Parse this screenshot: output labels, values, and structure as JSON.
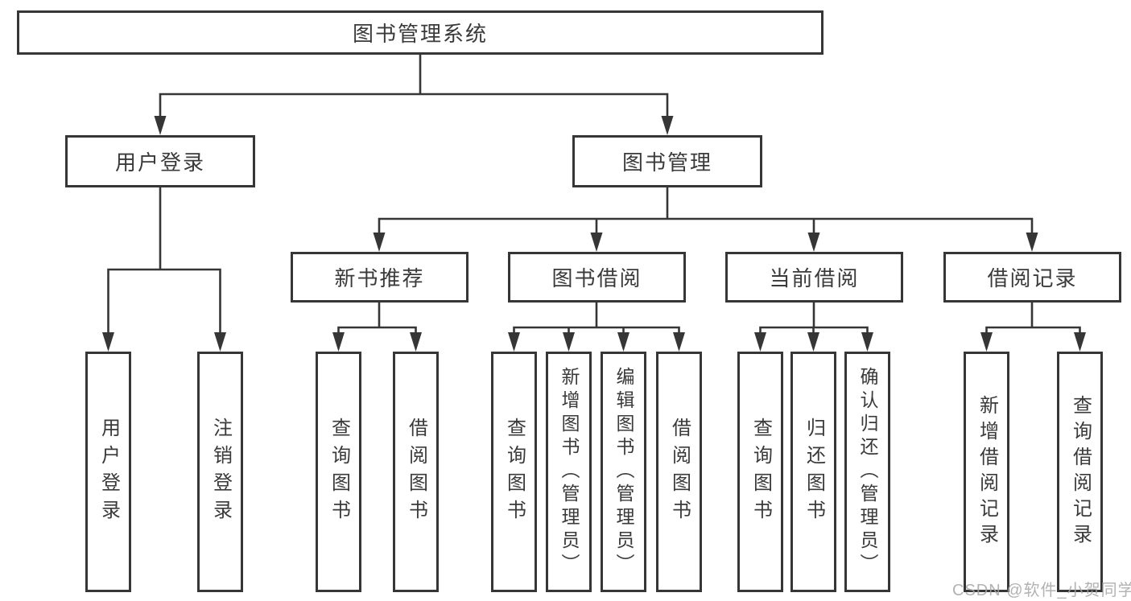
{
  "diagram_type": "hierarchy-tree",
  "colors": {
    "line": "#363636",
    "box_border": "#363636",
    "text": "#3a3a3a",
    "background": "#ffffff",
    "watermark": "#a5a5a5"
  },
  "tree": {
    "root": {
      "label": "图书管理系统"
    },
    "children": [
      {
        "label": "用户登录",
        "children": [
          {
            "label": "用户登录"
          },
          {
            "label": "注销登录"
          }
        ]
      },
      {
        "label": "图书管理",
        "children": [
          {
            "label": "新书推荐",
            "children": [
              {
                "label": "查询图书"
              },
              {
                "label": "借阅图书"
              }
            ]
          },
          {
            "label": "图书借阅",
            "children": [
              {
                "label": "查询图书"
              },
              {
                "label": "新增图书（管理员）"
              },
              {
                "label": "编辑图书（管理员）"
              },
              {
                "label": "借阅图书"
              }
            ]
          },
          {
            "label": "当前借阅",
            "children": [
              {
                "label": "查询图书"
              },
              {
                "label": "归还图书"
              },
              {
                "label": "确认归还（管理员）"
              }
            ]
          },
          {
            "label": "借阅记录",
            "children": [
              {
                "label": "新增借阅记录"
              },
              {
                "label": "查询借阅记录"
              }
            ]
          }
        ]
      }
    ]
  },
  "watermark": {
    "text": "CSDN @软件_小贺同学"
  }
}
